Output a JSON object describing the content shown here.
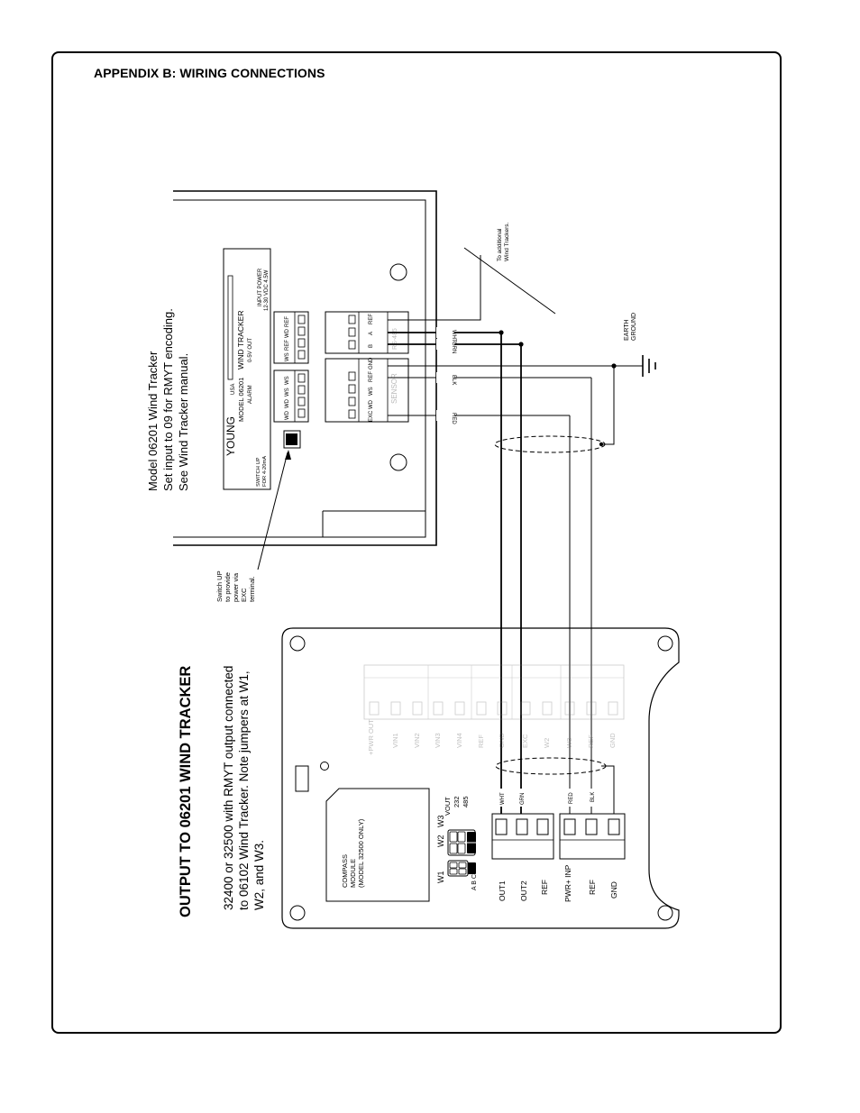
{
  "page": {
    "title": "APPENDIX B: WIRING CONNECTIONS"
  },
  "section": {
    "heading": "OUTPUT TO 06201 WIND TRACKER",
    "description_lines": [
      "32400 or 32500 with RMYT output connected",
      "to 06102 Wind Tracker. Note jumpers at W1,",
      "W2, and W3."
    ]
  },
  "tracker_note": [
    "Model 06201 Wind Tracker",
    "Set input to 09 for RMYT encoding.",
    "See Wind Tracker manual."
  ],
  "switch_note": [
    "Switch UP",
    "to provide",
    "power via",
    "EXC",
    "terminal."
  ],
  "additional_note": [
    "To additional",
    "Wind Trackers."
  ],
  "earth_ground": [
    "EARTH",
    "GROUND"
  ],
  "tracker_panel": {
    "brand": "YOUNG",
    "usa": "USA",
    "model": "MODEL  06201",
    "product": "WIND TRACKER",
    "alarm": "ALARM",
    "output": "0-5V OUT",
    "input_power_1": "INPUT POWER",
    "input_power_2": "12-30 VDC 4.5W",
    "switch_1": "SWITCH UP",
    "switch_2": "FOR 4-20mA",
    "alarm_terminals": [
      "WD",
      "WD",
      "WS",
      "WS"
    ],
    "out_terminals": [
      "WS",
      "REF",
      "WD",
      "REF"
    ],
    "sensor_terminals": [
      "EXC",
      "WD",
      "WS",
      "REF",
      "GND"
    ],
    "serial_terminals": [
      "B",
      "A",
      "REF"
    ],
    "sensor_label": "SENSOR",
    "serial_label": "RS-485"
  },
  "translator_board": {
    "compass_module": [
      "COMPASS",
      "MODULE",
      "(MODEL 32500 ONLY)"
    ],
    "jumper_labels": [
      "W1",
      "W2",
      "W3"
    ],
    "jumper_abc": "A  B  C",
    "vout": "VOUT",
    "v232": "232",
    "v485": "485",
    "terminal_labels": [
      "OUT1",
      "OUT2",
      "REF",
      "PWR+ INP",
      "REF",
      "GND"
    ],
    "faint_terminals": [
      "+PWR OUT",
      "VIN1",
      "VIN2",
      "VIN3",
      "VIN4",
      "REF",
      "GND",
      "EXC",
      "W2",
      "W3",
      "REF",
      "GND"
    ]
  },
  "wires": {
    "board": [
      "WHT",
      "GRN",
      "RED",
      "BLK"
    ],
    "tracker": [
      "WHT",
      "GRN",
      "BLK",
      "RED"
    ]
  }
}
